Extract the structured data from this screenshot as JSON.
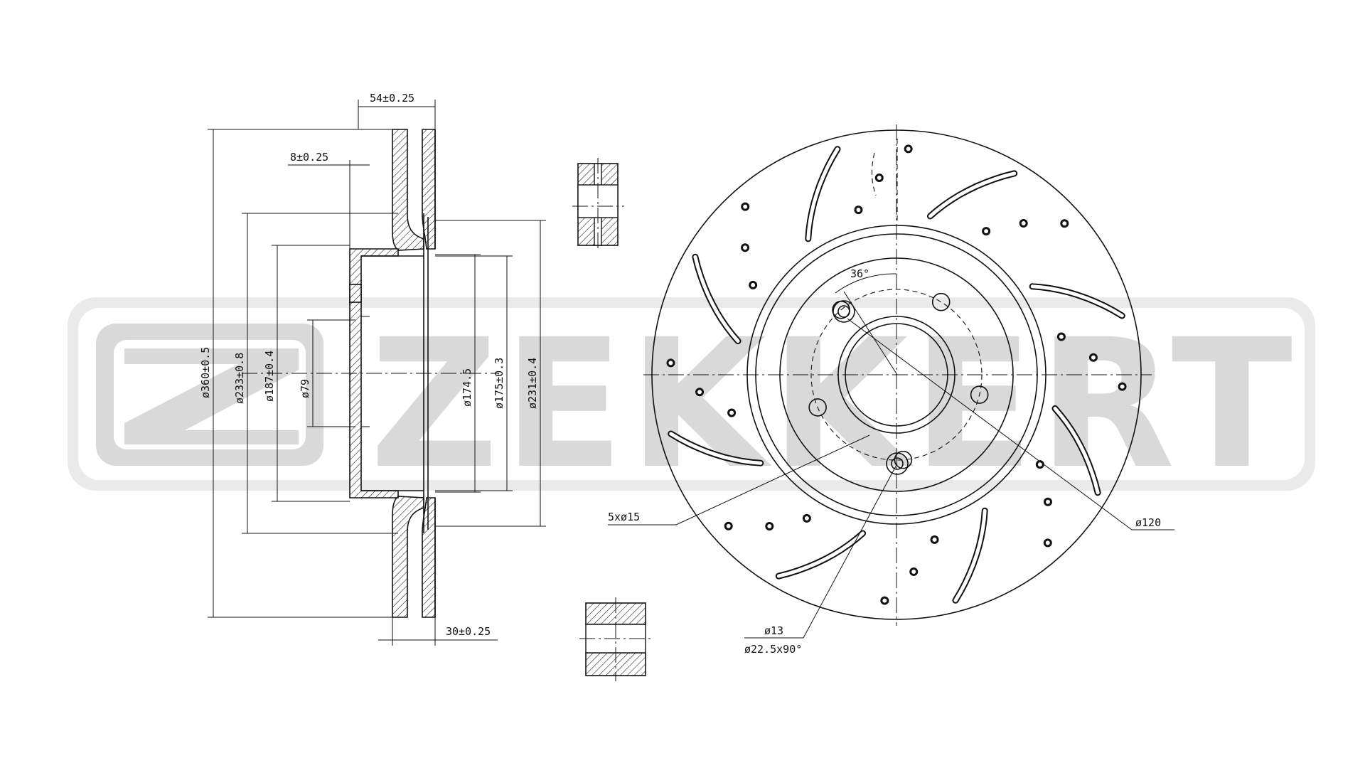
{
  "watermark": {
    "brand": "ZEKKERT",
    "color": "#d9d9d9"
  },
  "dimensions": {
    "thickness_total": "54±0.25",
    "hat_offset": "8±0.25",
    "disc_thickness": "30±0.25",
    "outer_diameter": "ø360±0.5",
    "d233": "ø233±0.8",
    "d187": "ø187±0.4",
    "center_bore": "ø79",
    "d174": "ø174.5",
    "d175": "ø175±0.3",
    "d231": "ø231±0.4",
    "bolt_holes": "5xø15",
    "pcd": "ø120",
    "drill_hole": "ø13",
    "chamfer": "ø22.5x90°",
    "angle": "36°"
  },
  "colors": {
    "line": "#111111",
    "background": "#ffffff"
  }
}
